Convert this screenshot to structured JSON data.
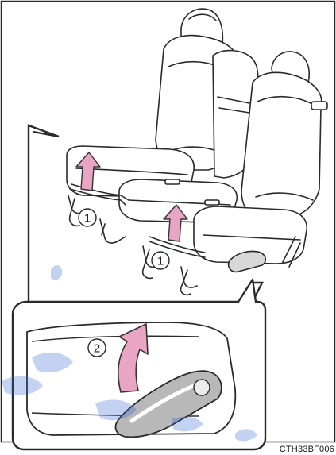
{
  "callouts": {
    "seat_lever": "1",
    "detail_lever": "2"
  },
  "figure_code": "CTH33BF006",
  "colors": {
    "arrow_fill": "#e8a6c4",
    "arrow_outline": "#333333",
    "line_art": "#2a2a2a",
    "watermark": "#2b5fd0"
  },
  "icons": {
    "lift_arrow": "curved-up-arrow",
    "pointer": "zoom-callout-pointer"
  }
}
